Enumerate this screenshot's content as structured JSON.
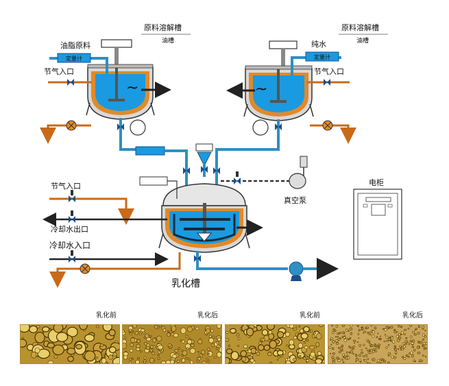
{
  "left_tank": {
    "title": "原料溶解槽",
    "subtitle": "油槽",
    "feed_label": "油脂原料",
    "meter_label": "定量计",
    "steam_label": "节气入口"
  },
  "right_tank": {
    "title": "原料溶解槽",
    "subtitle": "油槽",
    "feed_label": "纯水",
    "meter_label": "定量计",
    "steam_label": "节气入口"
  },
  "emulsifier": {
    "title": "乳化槽",
    "steam_label": "节气入口",
    "cooling_out_label": "冷却水出口",
    "cooling_in_label": "冷却水入口",
    "vacuum_pump_label": "真空泵"
  },
  "cabinet": {
    "label": "电柜"
  },
  "micrographs": [
    {
      "label": "乳化前"
    },
    {
      "label": "乳化后"
    },
    {
      "label": "乳化前"
    },
    {
      "label": "乳化后"
    }
  ],
  "colors": {
    "pipe": "#2e8fc2",
    "liquid": "#1a9ae0",
    "jacket": "#e08a2a",
    "hot_pipe": "#c86a1a",
    "valve": "#1b4f8a"
  }
}
